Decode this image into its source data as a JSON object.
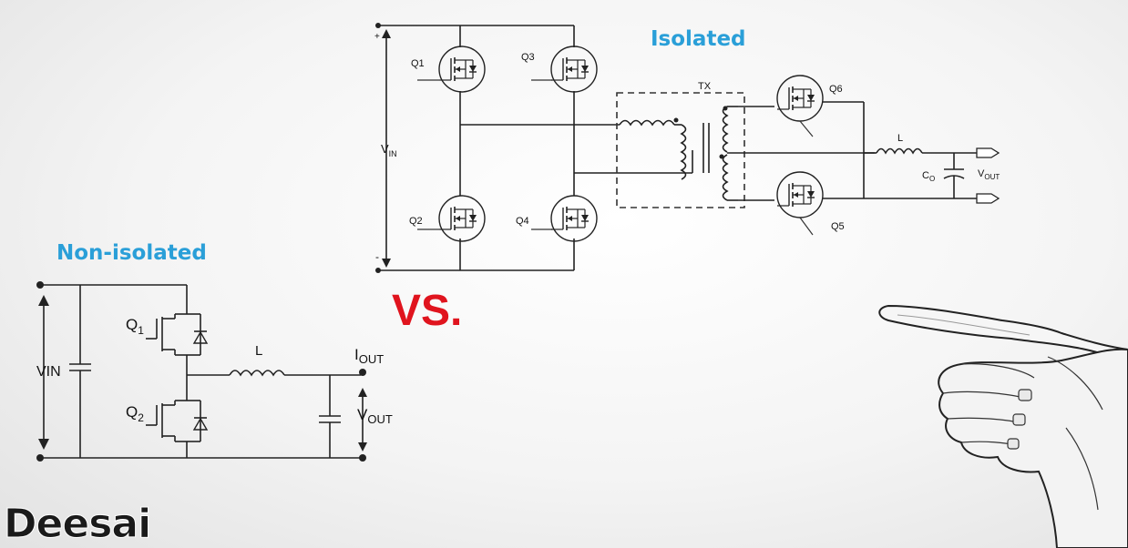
{
  "headings": {
    "isolated": "Isolated",
    "non_isolated": "Non-isolated",
    "versus": "VS."
  },
  "isolated_circuit": {
    "plus": "+",
    "minus": "-",
    "vin_main": "V",
    "vin_sub": "IN",
    "q1": "Q1",
    "q2": "Q2",
    "q3": "Q3",
    "q4": "Q4",
    "q5": "Q5",
    "q6": "Q6",
    "tx": "TX",
    "inductor": "L",
    "cap_main": "C",
    "cap_sub": "O",
    "vout_main": "V",
    "vout_sub": "OUT"
  },
  "non_isolated_circuit": {
    "vin": "VIN",
    "q1_main": "Q",
    "q1_sub": "1",
    "q2_main": "Q",
    "q2_sub": "2",
    "inductor": "L",
    "iout_main": "I",
    "iout_sub": "OUT",
    "vout_main": "V",
    "vout_sub": "OUT"
  },
  "logo": {
    "text": "Deesai"
  },
  "colors": {
    "heading_blue": "#2a9fd8",
    "vs_red": "#e0141e"
  },
  "decorations": {
    "hand": "pointing-hand-icon"
  }
}
